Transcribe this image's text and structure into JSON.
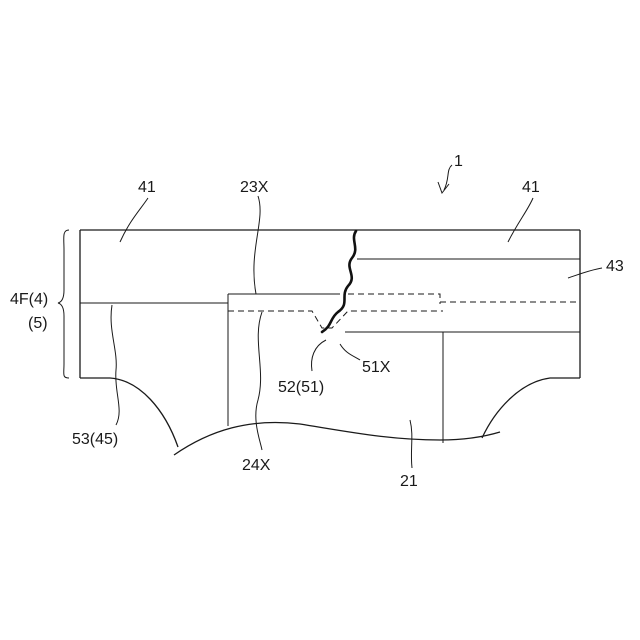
{
  "figure": {
    "labels": {
      "ref_1": "1",
      "ref_41_left": "41",
      "ref_41_right": "41",
      "ref_23x": "23X",
      "ref_43": "43",
      "ref_4f4": "4F(4)",
      "ref_5": "(5)",
      "ref_52_51": "52(51)",
      "ref_51x": "51X",
      "ref_53_45": "53(45)",
      "ref_24x": "24X",
      "ref_21": "21"
    }
  }
}
